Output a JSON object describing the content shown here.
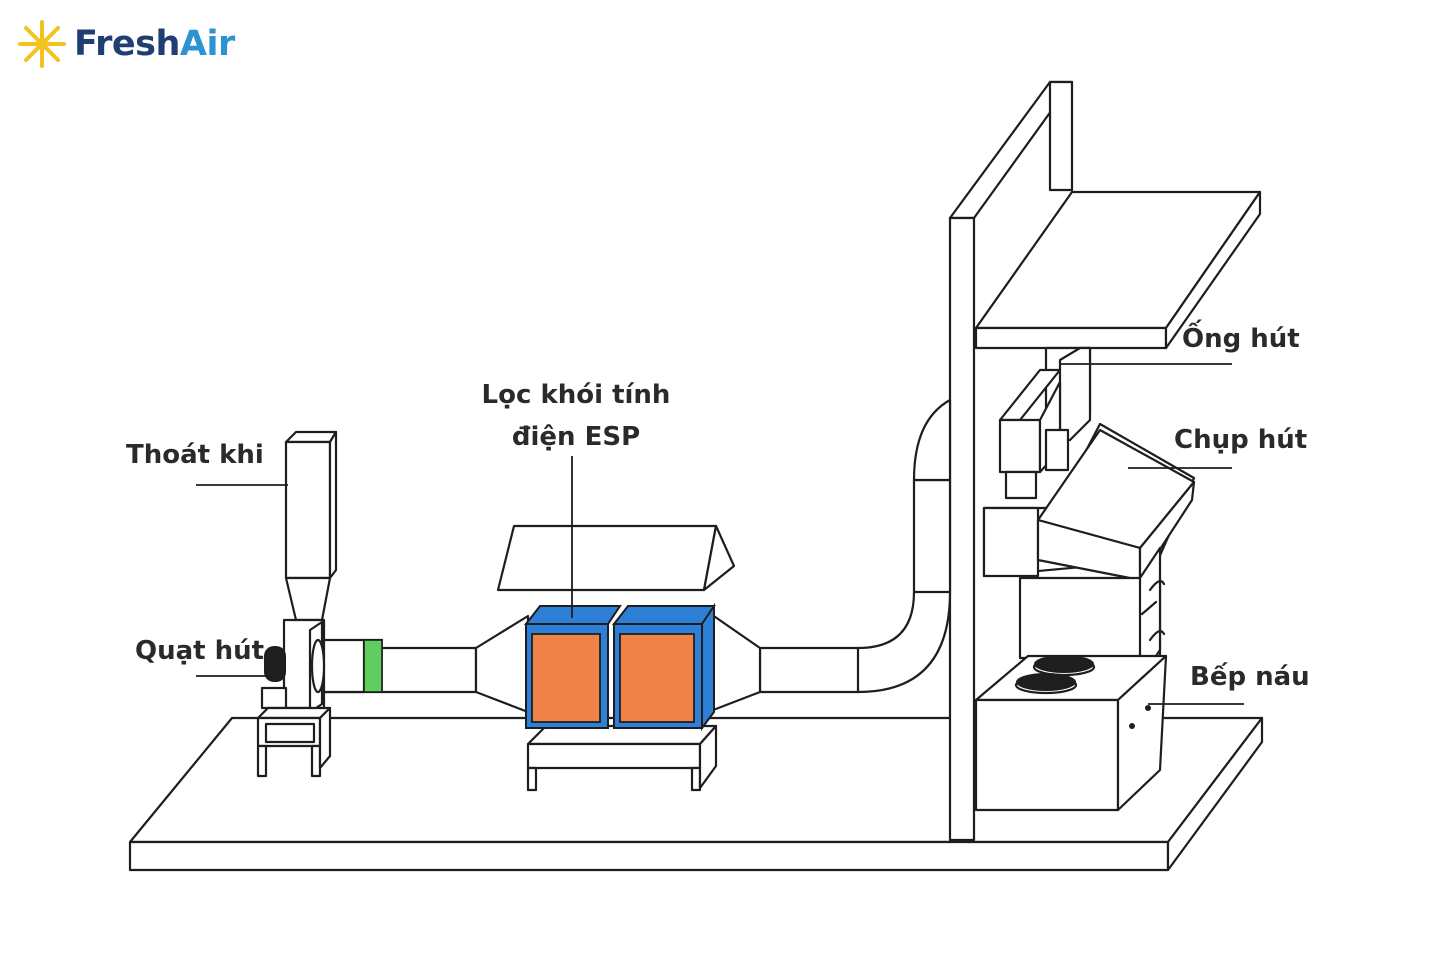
{
  "brand": {
    "name_part1": "Fresh",
    "name_part2": "Air",
    "icon": "yellow-star-flower-logo-icon",
    "colors": {
      "fresh": "#1f3f73",
      "air": "#2e93d2",
      "icon": "#f4c21d"
    }
  },
  "labels": {
    "exhaust": "Thoát khi",
    "fan": "Quạt hút",
    "esp_line1": "Lọc khói tính",
    "esp_line2": "điện ESP",
    "duct": "Ống hút",
    "hood": "Chụp hút",
    "stove": "Bếp náu"
  },
  "colors": {
    "esp_casing": "#2e7fd6",
    "esp_panel": "#f08348",
    "flex_band": "#5fce5f",
    "burner": "#1e1e1e"
  }
}
